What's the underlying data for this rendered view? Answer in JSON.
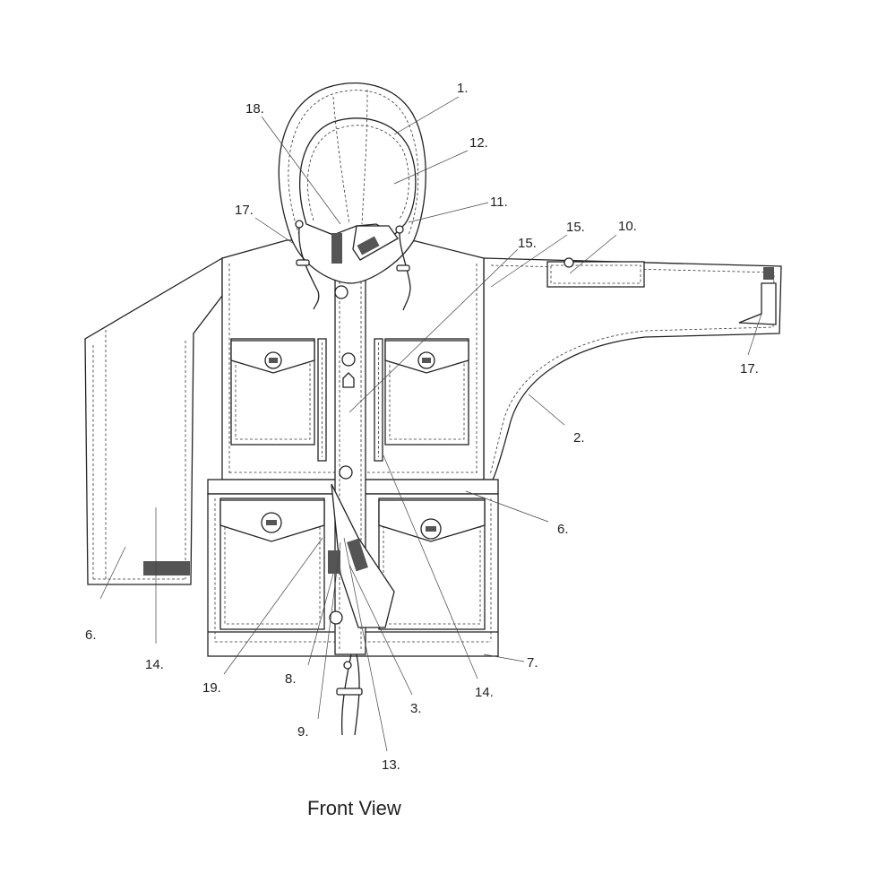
{
  "diagram": {
    "caption": "Front View",
    "callouts": [
      {
        "id": "c1",
        "label": "1."
      },
      {
        "id": "c18",
        "label": "18."
      },
      {
        "id": "c12",
        "label": "12."
      },
      {
        "id": "c11",
        "label": "11."
      },
      {
        "id": "c17a",
        "label": "17."
      },
      {
        "id": "c15a",
        "label": "15."
      },
      {
        "id": "c10",
        "label": "10."
      },
      {
        "id": "c15b",
        "label": "15."
      },
      {
        "id": "c17b",
        "label": "17."
      },
      {
        "id": "c2",
        "label": "2."
      },
      {
        "id": "c6a",
        "label": "6."
      },
      {
        "id": "c6b",
        "label": "6."
      },
      {
        "id": "c14a",
        "label": "14."
      },
      {
        "id": "c7",
        "label": "7."
      },
      {
        "id": "c19",
        "label": "19."
      },
      {
        "id": "c8",
        "label": "8."
      },
      {
        "id": "c3",
        "label": "3."
      },
      {
        "id": "c14b",
        "label": "14."
      },
      {
        "id": "c9",
        "label": "9."
      },
      {
        "id": "c13",
        "label": "13."
      }
    ]
  }
}
